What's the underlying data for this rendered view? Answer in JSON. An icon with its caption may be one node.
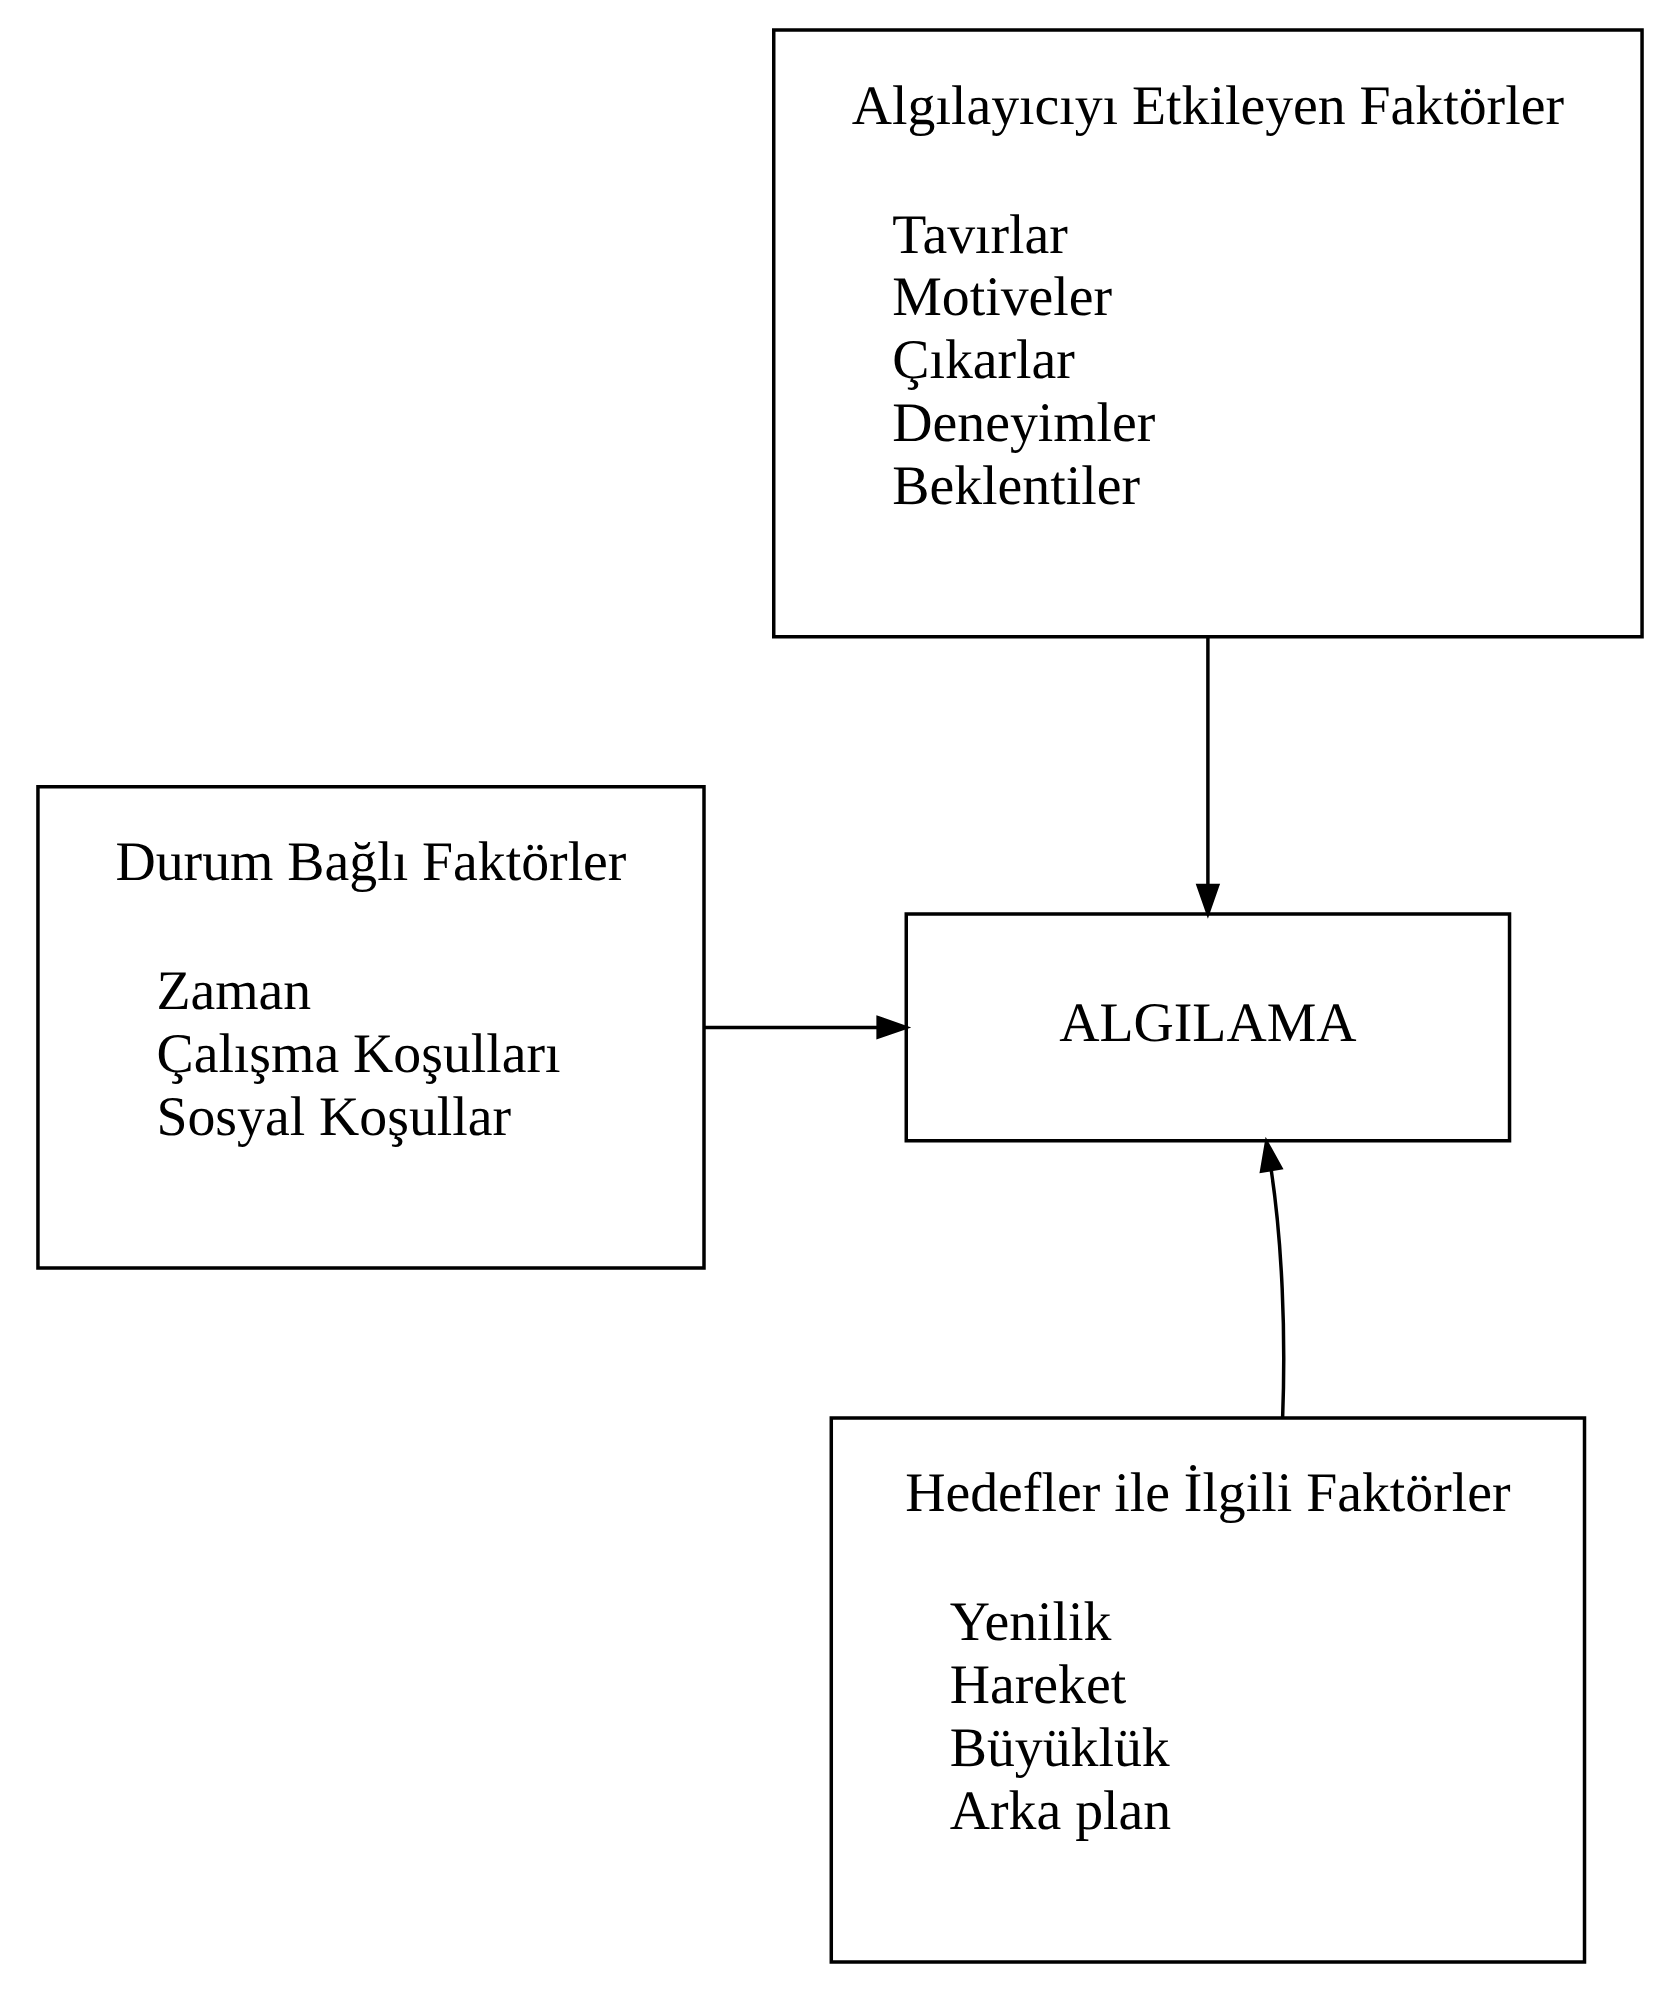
{
  "diagram": {
    "nodes": [
      {
        "text": [
          "Algılayıcıyı Etkileyen Faktörler",
          "Tavırlar",
          "Motiveler",
          "Çıkarlar",
          "Deneyimler",
          "Beklentiler"
        ]
      },
      {
        "text": [
          "Durum Bağlı Faktörler",
          "Zaman",
          "Çalışma Koşulları",
          "Sosyal Koşullar"
        ]
      },
      {
        "text": [
          "ALGILAMA"
        ]
      },
      {
        "text": [
          "Hedefler ile İlgili Faktörler",
          "Yenilik",
          "Hareket",
          "Büyüklük",
          "Arka plan"
        ]
      }
    ],
    "edges": [
      {
        "from": 0,
        "to": 2,
        "arrow": "to"
      },
      {
        "from": 1,
        "to": 2,
        "arrow": "to"
      },
      {
        "from": 3,
        "to": 2,
        "arrow": "to"
      }
    ]
  }
}
